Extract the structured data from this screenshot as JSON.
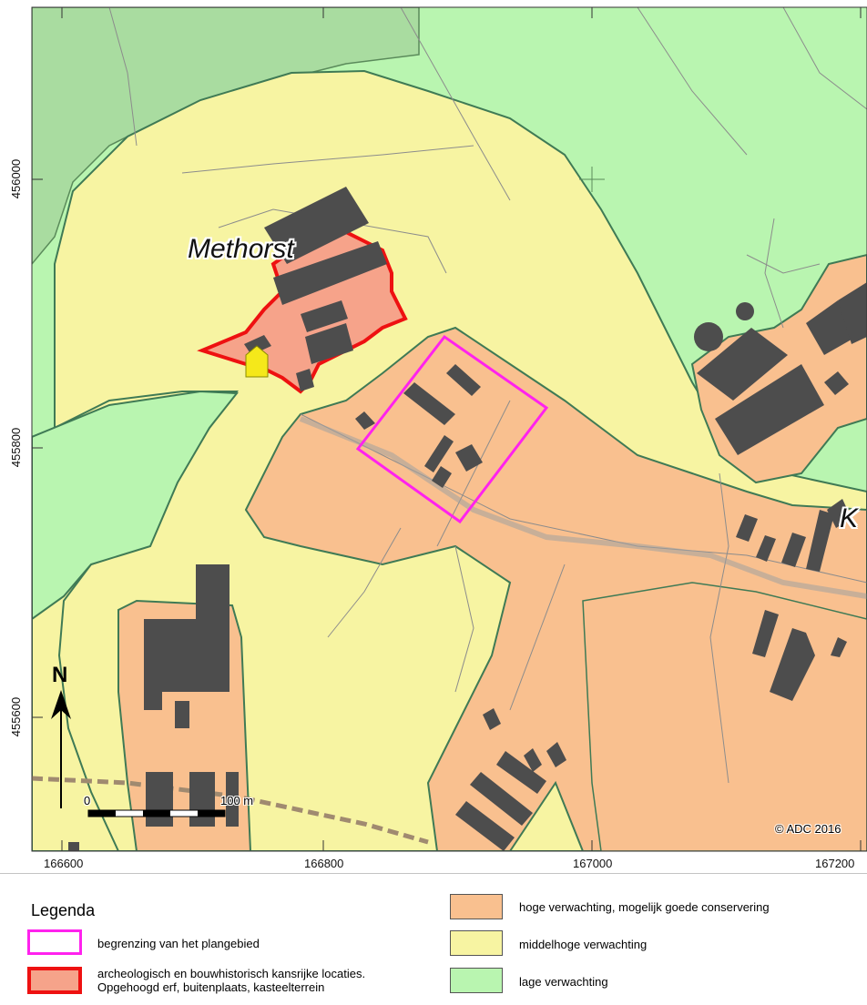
{
  "map": {
    "x_ticks": [
      "166600",
      "166800",
      "167000",
      "167200"
    ],
    "y_ticks": [
      "456000",
      "455800",
      "455600"
    ],
    "places": [
      "Methorst",
      "K"
    ],
    "north_label": "N",
    "scale": {
      "start": "0",
      "end": "100 m"
    },
    "copyright": "© ADC 2016",
    "colors": {
      "hoog": "#f9c08f",
      "middelhoog": "#f7f4a2",
      "laag": "#b9f5b0",
      "laag_dark": "#a9dca0",
      "plangebied": "#ff22ee",
      "kansrijk_fill": "#f6a38a",
      "kansrijk_border": "#ee1111",
      "building": "#4d4d4d"
    }
  },
  "legend": {
    "title": "Legenda",
    "items": [
      {
        "label": "begrenzing van het plangebied"
      },
      {
        "label": "archeologisch en bouwhistorisch kansrijke locaties.",
        "label2": "Opgehoogd erf, buitenplaats, kasteelterrein"
      },
      {
        "label": "hoge verwachting, mogelijk goede conservering"
      },
      {
        "label": "middelhoge verwachting"
      },
      {
        "label": "lage verwachting"
      }
    ]
  }
}
